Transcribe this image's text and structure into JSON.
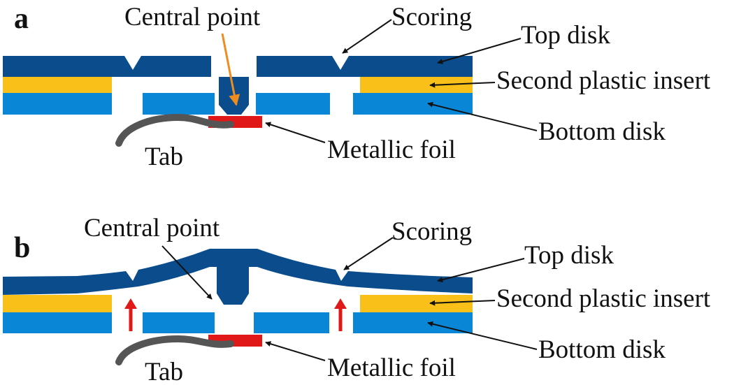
{
  "colors": {
    "top_disk": "#0a4c8c",
    "plastic_insert": "#f8c018",
    "bottom_disk": "#0a86d6",
    "metallic_foil": "#e01818",
    "tab": "#555555",
    "pointer_orange": "#ee8c20",
    "lift_arrow": "#e01818",
    "pointer_black": "#111111"
  },
  "panel_a": {
    "letter": "a",
    "central_point": "Central point",
    "scoring": "Scoring",
    "top_disk": "Top disk",
    "second_plastic_insert": "Second plastic insert",
    "bottom_disk": "Bottom disk",
    "metallic_foil": "Metallic foil",
    "tab": "Tab"
  },
  "panel_b": {
    "letter": "b",
    "central_point": "Central point",
    "scoring": "Scoring",
    "top_disk": "Top disk",
    "second_plastic_insert": "Second plastic insert",
    "bottom_disk": "Bottom disk",
    "metallic_foil": "Metallic foil",
    "tab": "Tab"
  }
}
